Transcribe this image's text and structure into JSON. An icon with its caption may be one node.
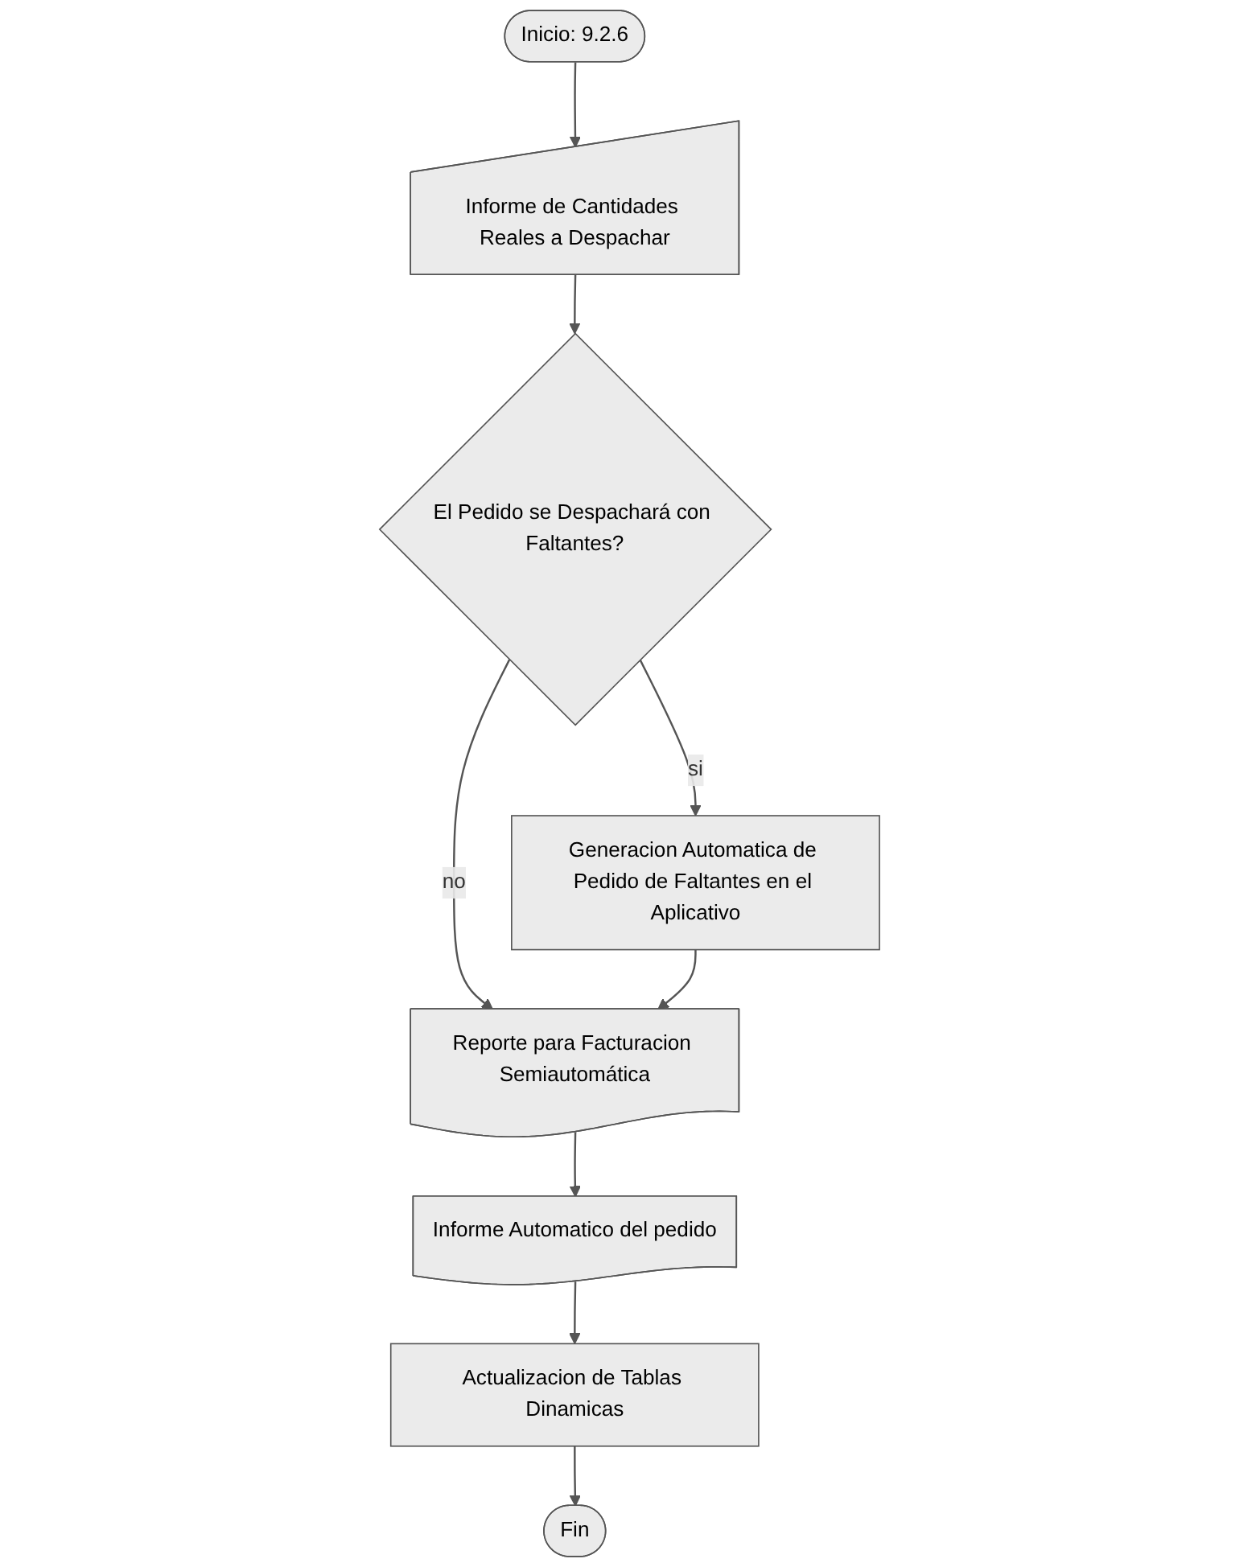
{
  "diagram": {
    "nodes": [
      {
        "text": [
          "Inicio: 9.2.6"
        ]
      },
      {
        "text": [
          "Informe de Cantidades Reales a Despachar"
        ]
      },
      {
        "text": [
          "El Pedido se Despachará con Faltantes?"
        ]
      },
      {
        "text": [
          "Generacion Automatica de Pedido de Faltantes en el Aplicativo"
        ]
      },
      {
        "text": [
          "Reporte para Facturacion Semiautomática"
        ]
      },
      {
        "text": [
          "Informe Automatico del pedido"
        ]
      },
      {
        "text": [
          "Actualizacion de Tablas Dinamicas"
        ]
      },
      {
        "text": [
          "Fin"
        ]
      }
    ],
    "edges": [
      {
        "from": 0,
        "to": 1,
        "arrow": "to"
      },
      {
        "from": 1,
        "to": 2,
        "arrow": "to"
      },
      {
        "from": 2,
        "to": 4,
        "arrow": "to",
        "label": "no"
      },
      {
        "from": 2,
        "to": 3,
        "arrow": "to",
        "label": "si"
      },
      {
        "from": 3,
        "to": 4,
        "arrow": "to"
      },
      {
        "from": 4,
        "to": 5,
        "arrow": "to"
      },
      {
        "from": 5,
        "to": 6,
        "arrow": "to"
      },
      {
        "from": 6,
        "to": 7,
        "arrow": "to"
      }
    ]
  }
}
